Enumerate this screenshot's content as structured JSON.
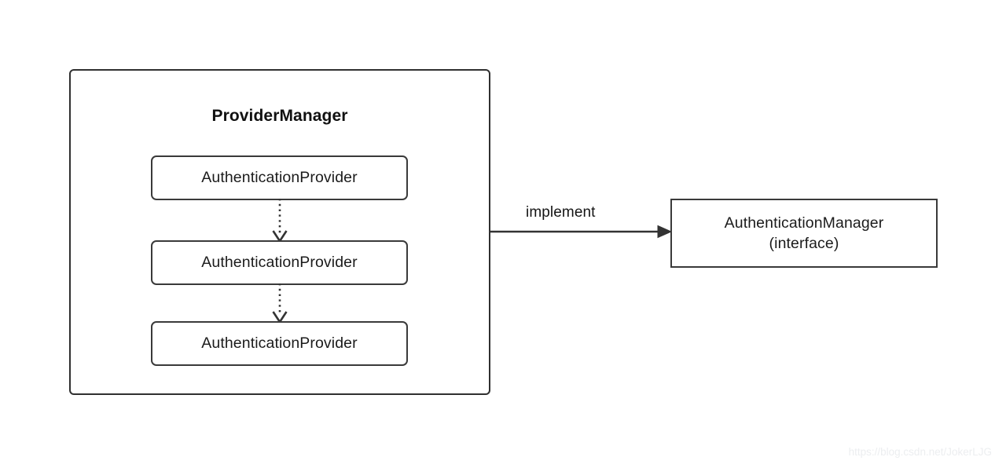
{
  "diagram": {
    "type": "uml-class-diagram",
    "background_color": "#ffffff",
    "stroke_color": "#333333",
    "text_color": "#1b1b1b"
  },
  "provider_manager": {
    "title": "ProviderManager",
    "providers": [
      {
        "label": "AuthenticationProvider"
      },
      {
        "label": "AuthenticationProvider"
      },
      {
        "label": "AuthenticationProvider"
      }
    ]
  },
  "connectors": {
    "internal_style": "dotted-open-arrow",
    "implement": {
      "label": "implement",
      "style": "solid-filled-arrow",
      "direction": "left-to-right"
    }
  },
  "auth_manager": {
    "name": "AuthenticationManager",
    "stereotype": "(interface)"
  },
  "watermark": {
    "text": "https://blog.csdn.net/JokerLJG"
  }
}
